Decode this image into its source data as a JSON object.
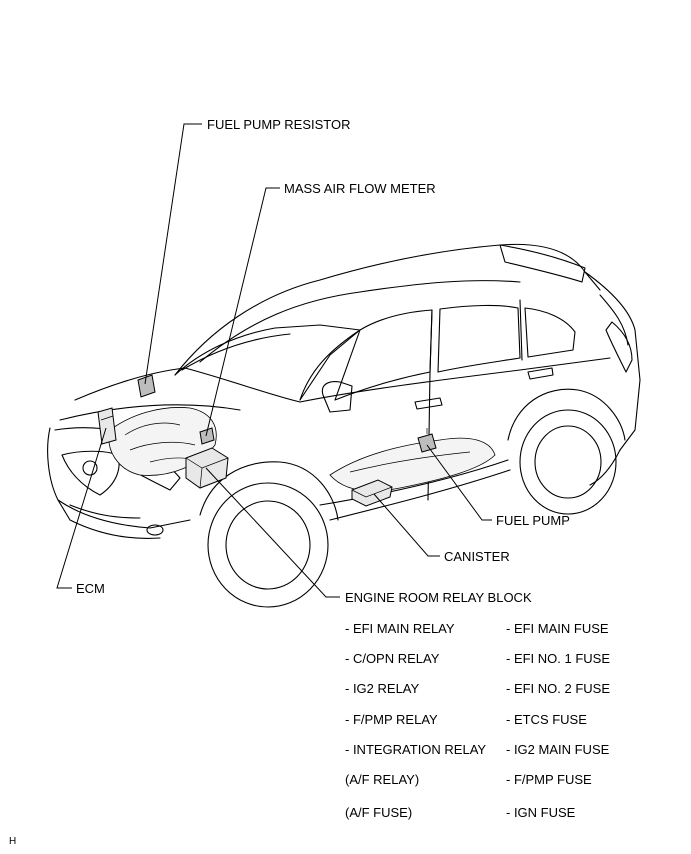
{
  "callouts": {
    "fuel_pump_resistor": "FUEL PUMP RESISTOR",
    "mass_air_flow_meter": "MASS AIR FLOW METER",
    "fuel_pump": "FUEL PUMP",
    "canister": "CANISTER",
    "ecm": "ECM",
    "engine_room_relay_block": "ENGINE ROOM RELAY BLOCK"
  },
  "relay_block_contents": {
    "relays": [
      "- EFI MAIN RELAY",
      "- C/OPN RELAY",
      "- IG2 RELAY",
      "- F/PMP RELAY",
      "- INTEGRATION RELAY",
      "(A/F RELAY)",
      "(A/F FUSE)"
    ],
    "fuses": [
      "- EFI MAIN FUSE",
      "- EFI NO. 1 FUSE",
      "- EFI NO. 2 FUSE",
      "- ETCS FUSE",
      "- IG2 MAIN FUSE",
      "- F/PMP FUSE",
      "- IGN FUSE"
    ]
  },
  "corner_mark": "H"
}
